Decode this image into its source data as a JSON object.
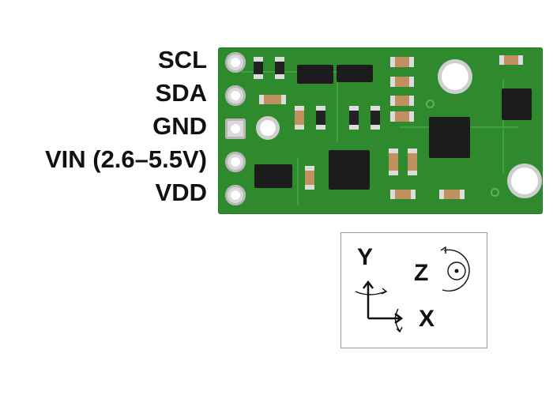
{
  "pin_labels": [
    "SCL",
    "SDA",
    "GND",
    "VIN (2.6–5.5V)",
    "VDD"
  ],
  "axes": {
    "y": "Y",
    "z": "Z",
    "x": "X"
  },
  "colors": {
    "board": "#2f8a2d",
    "text": "#111111",
    "pad": "#d9d9d9"
  }
}
